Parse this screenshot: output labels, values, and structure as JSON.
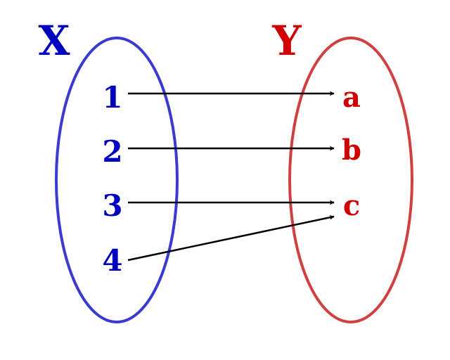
{
  "colors": {
    "domain": "#0000c0",
    "codomain": "#d00000",
    "domain_ellipse": "#3a3ad0",
    "codomain_ellipse": "#d04040",
    "arrow": "#000000"
  },
  "domain": {
    "label": "X",
    "elements": [
      "1",
      "2",
      "3",
      "4"
    ]
  },
  "codomain": {
    "label": "Y",
    "elements": [
      "a",
      "b",
      "c"
    ]
  },
  "mapping": [
    [
      "1",
      "a"
    ],
    [
      "2",
      "b"
    ],
    [
      "3",
      "c"
    ],
    [
      "4",
      "c"
    ]
  ]
}
